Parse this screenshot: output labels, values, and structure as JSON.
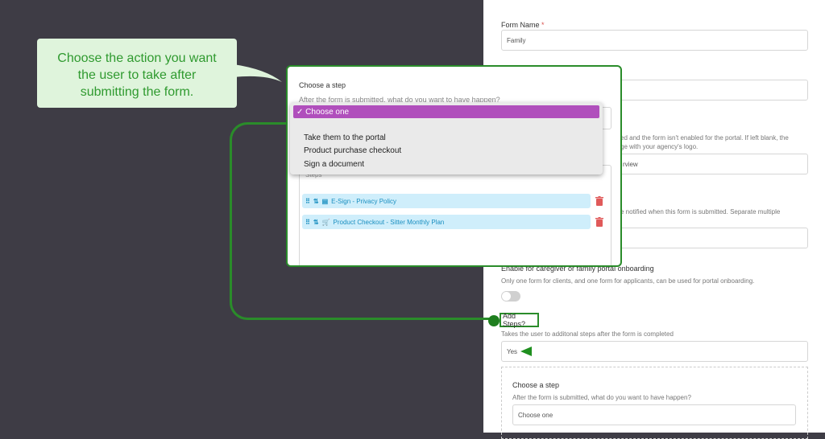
{
  "callout": {
    "line1": "Choose the action you want",
    "line2": "the user to take after",
    "line3": "submitting the form."
  },
  "form": {
    "form_name_label": "Form Name",
    "required_mark": "*",
    "form_name_value": "Family",
    "logo_text": "ed and the form isn't enabled for the portal. If left blank, the",
    "logo_text2": "ge with your agency's logo.",
    "field3_value": "rview",
    "notify_text": "e notified when this form is submitted. Separate multiple",
    "portal_label": "Enable for caregiver or family portal onboarding",
    "portal_desc": "Only one form for clients, and one form for applicants, can be used for portal onboarding.",
    "add_steps_label": "Add Steps?",
    "add_steps_desc": "Takes the user to additonal steps after the form is completed",
    "add_steps_value": "Yes",
    "choose_step_label": "Choose a step",
    "choose_step_desc": "After the form is submitted, what do you want to have happen?",
    "choose_step_value": "Choose one"
  },
  "zoom": {
    "title": "Choose a step",
    "sub": "After the form is submitted, what do you want to have happen?",
    "steps_label": "Steps",
    "steps": [
      {
        "label": "E-Sign - Privacy Policy"
      },
      {
        "label": "Product Checkout - Sitter Monthly Plan"
      }
    ]
  },
  "dropdown": {
    "selected": "✓ Choose one",
    "options": [
      "Take them to the portal",
      "Product purchase checkout",
      "Sign a document"
    ]
  },
  "colors": {
    "accent_green": "#2a8c2a",
    "selected_purple": "#b04fbc",
    "step_blue": "#cfeefb"
  }
}
